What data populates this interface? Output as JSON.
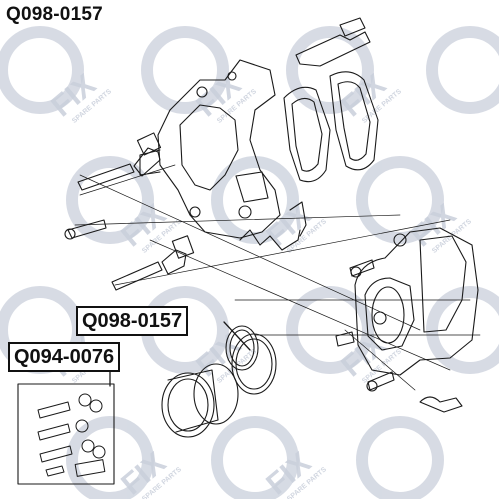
{
  "header": {
    "part_number": "Q098-0157"
  },
  "callouts": [
    {
      "id": "callout-q098",
      "label": "Q098-0157"
    },
    {
      "id": "callout-q094",
      "label": "Q094-0076"
    }
  ],
  "watermark": {
    "brand": "FIX",
    "tagline": "SPARE PARTS",
    "color": "#c9cfdb"
  },
  "colors": {
    "line": "#1a1a1a",
    "background": "#ffffff"
  }
}
